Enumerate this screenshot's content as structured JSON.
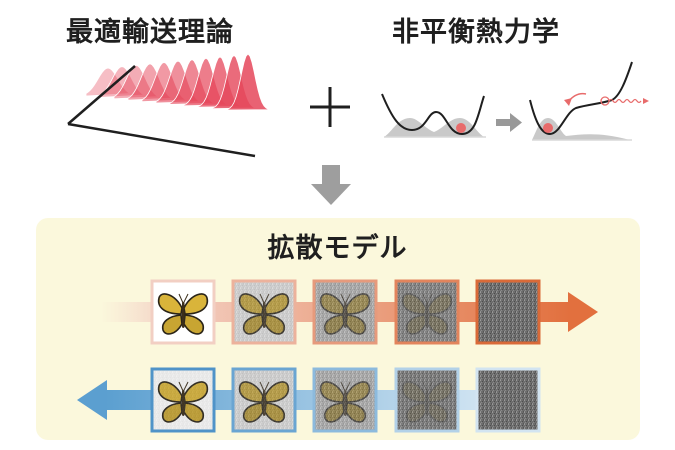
{
  "titles": {
    "optimal_transport": "最適輸送理論",
    "nonequilibrium_thermo": "非平衡熱力学",
    "diffusion_model": "拡散モデル"
  },
  "colors": {
    "text": "#1f1f1f",
    "panel_bg": "#fbf8dc",
    "forward_arrow": "#e2703e",
    "reverse_arrow": "#5b9fd0",
    "gaussian_red": "#e5465a",
    "gray_arrow": "#999999",
    "particle": "#e86b6b",
    "noise": "#6a6a6a"
  },
  "icons": {
    "plus": "plus-icon",
    "down_arrow": "down-arrow-icon",
    "right_arrow": "right-arrow-icon",
    "butterfly": "butterfly-icon"
  },
  "diffusion": {
    "forward_noise_levels": [
      0,
      0.35,
      0.6,
      0.85,
      1.0
    ],
    "reverse_noise_levels": [
      0.15,
      0.35,
      0.6,
      0.9,
      1.0
    ]
  }
}
